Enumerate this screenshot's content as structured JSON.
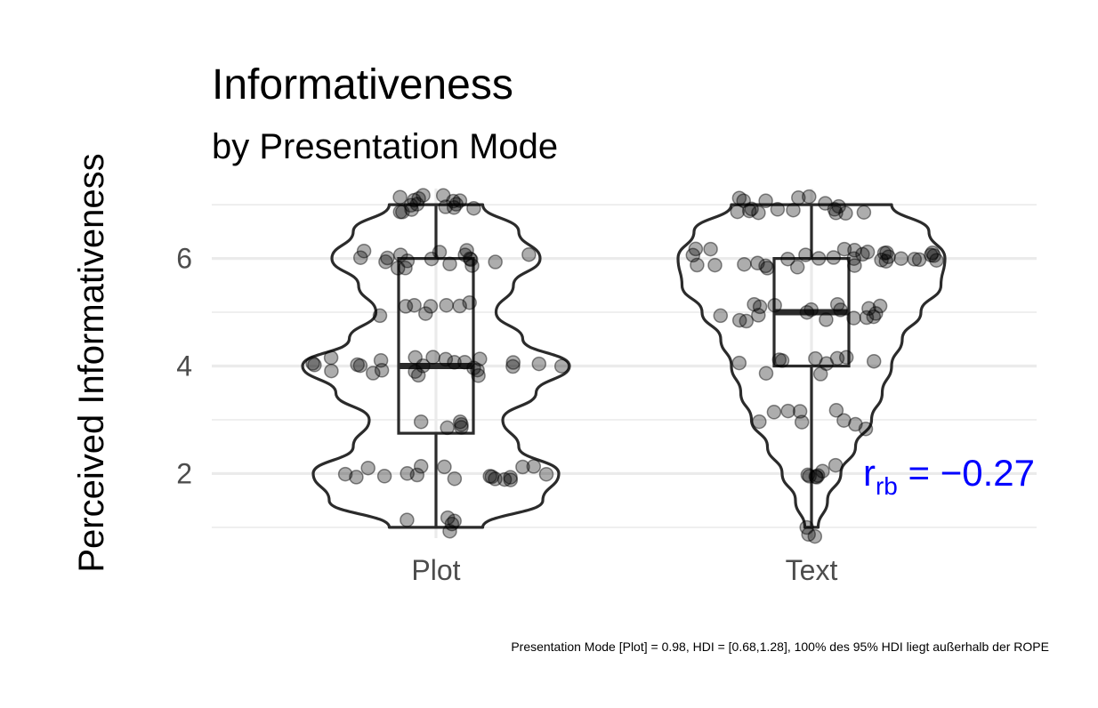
{
  "chart_data": {
    "type": "violin",
    "title": "Informativeness",
    "subtitle": "by Presentation Mode",
    "xlabel": "",
    "ylabel": "Perceived Informativeness",
    "categories": [
      "Plot",
      "Text"
    ],
    "y_ticks": [
      "2",
      "4",
      "6"
    ],
    "ylim": [
      0.8,
      7.3
    ],
    "grid": true,
    "annotation": {
      "base": "r",
      "sub": "rb",
      "rest": " = −0.27",
      "color": "#0000ff"
    },
    "caption": "Presentation Mode [Plot] = 0.98, HDI = [0.68,1.28], 100% des 95% HDI liegt außerhalb der ROPE",
    "boxplots": [
      {
        "category": "Plot",
        "min": 1,
        "q1": 2.75,
        "median": 4,
        "q3": 6,
        "max": 7
      },
      {
        "category": "Text",
        "min": 1,
        "q1": 4,
        "median": 5,
        "q3": 6,
        "max": 7
      }
    ],
    "density": [
      {
        "category": "Plot",
        "y": [
          1,
          1.5,
          2,
          2.5,
          3,
          3.5,
          4,
          4.5,
          5,
          5.5,
          6,
          6.5,
          7
        ],
        "width": [
          0.35,
          0.8,
          0.92,
          0.62,
          0.5,
          0.75,
          1.0,
          0.65,
          0.45,
          0.58,
          0.78,
          0.62,
          0.35
        ]
      },
      {
        "category": "Text",
        "y": [
          1,
          1.5,
          2,
          2.5,
          3,
          3.5,
          4,
          4.5,
          5,
          5.5,
          6,
          6.5,
          7
        ],
        "width": [
          0.05,
          0.12,
          0.22,
          0.33,
          0.45,
          0.53,
          0.6,
          0.68,
          0.82,
          0.97,
          1.0,
          0.88,
          0.6
        ]
      }
    ],
    "series": [
      {
        "category": "Plot",
        "values": [
          1,
          1,
          1,
          1,
          1,
          2,
          2,
          2,
          2,
          2,
          2,
          2,
          2,
          2,
          2,
          2,
          2,
          2,
          2,
          2,
          2,
          2,
          2,
          3,
          3,
          3,
          3,
          3,
          4,
          4,
          4,
          4,
          4,
          4,
          4,
          4,
          4,
          4,
          4,
          4,
          4,
          4,
          4,
          4,
          4,
          4,
          4,
          4,
          4,
          4,
          4,
          4,
          4,
          5,
          5,
          5,
          5,
          5,
          5,
          5,
          5,
          6,
          6,
          6,
          6,
          6,
          6,
          6,
          6,
          6,
          6,
          6,
          6,
          6,
          6,
          6,
          6,
          6,
          6,
          7,
          7,
          7,
          7,
          7,
          7,
          7,
          7,
          7,
          7,
          7,
          7,
          7,
          7,
          7,
          7
        ]
      },
      {
        "category": "Text",
        "values": [
          1,
          1,
          1,
          2,
          2,
          2,
          2,
          2,
          2,
          2,
          3,
          3,
          3,
          3,
          3,
          3,
          3,
          3,
          3,
          4,
          4,
          4,
          4,
          4,
          4,
          4,
          4,
          4,
          4,
          5,
          5,
          5,
          5,
          5,
          5,
          5,
          5,
          5,
          5,
          5,
          5,
          5,
          5,
          5,
          5,
          5,
          5,
          6,
          6,
          6,
          6,
          6,
          6,
          6,
          6,
          6,
          6,
          6,
          6,
          6,
          6,
          6,
          6,
          6,
          6,
          6,
          6,
          6,
          6,
          6,
          6,
          6,
          6,
          6,
          6,
          6,
          6,
          6,
          6,
          7,
          7,
          7,
          7,
          7,
          7,
          7,
          7,
          7,
          7,
          7,
          7,
          7,
          7,
          7,
          7,
          7
        ]
      }
    ]
  }
}
